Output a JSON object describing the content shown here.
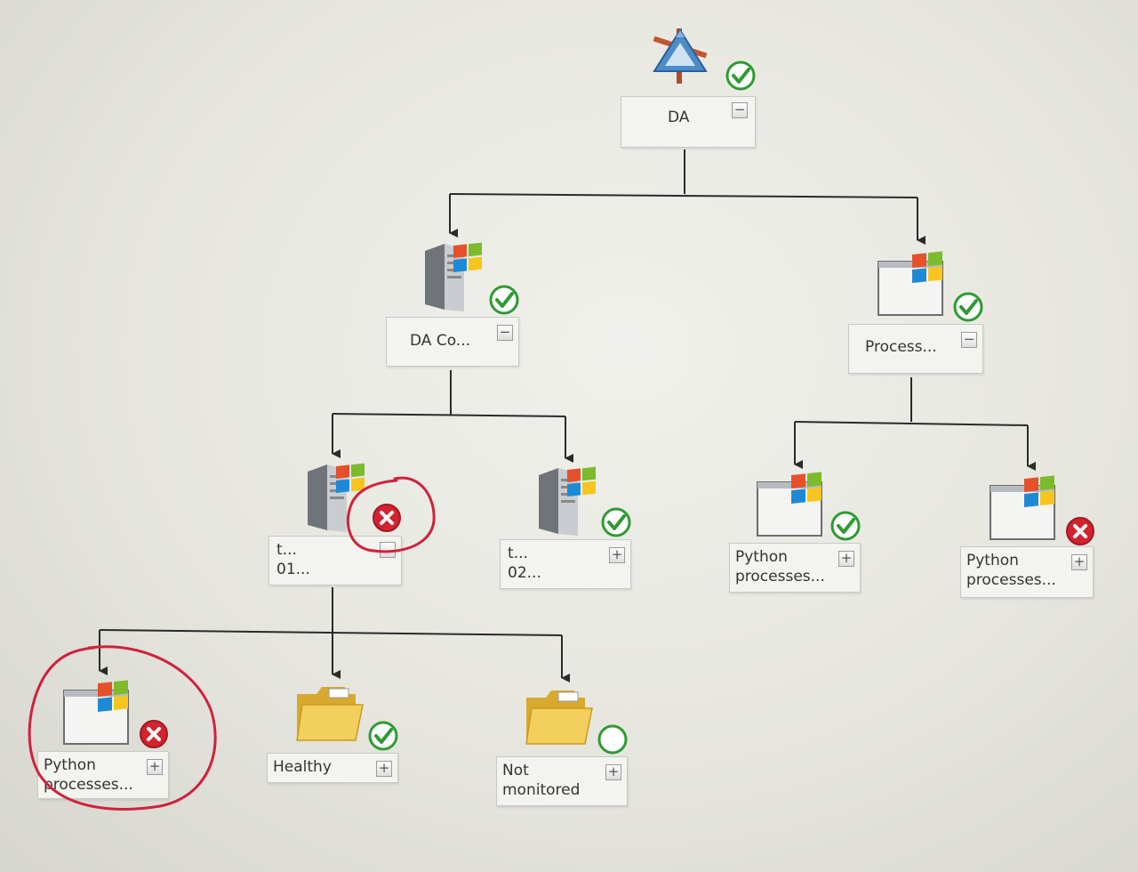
{
  "colors": {
    "ok": "#2e9b32",
    "error": "#d3232f",
    "annotation": "#d0223a",
    "line": "#2a2a2a"
  },
  "nodes": {
    "root": {
      "label": "DA",
      "toggle": "−",
      "status": "ok",
      "icon": "distributed-app-icon"
    },
    "da_computers": {
      "label": "DA Co...",
      "toggle": "−",
      "status": "ok",
      "icon": "windows-server-icon"
    },
    "processes": {
      "label": "Process...",
      "toggle": "−",
      "status": "ok",
      "icon": "windows-app-icon"
    },
    "server_01": {
      "label": "t...\n01...",
      "toggle": "",
      "status": "error",
      "icon": "windows-server-icon"
    },
    "server_02": {
      "label": "t...\n02...",
      "toggle": "+",
      "status": "ok",
      "icon": "windows-server-icon"
    },
    "python_ok": {
      "label": "Python\nprocesses...",
      "toggle": "+",
      "status": "ok",
      "icon": "windows-app-icon"
    },
    "python_err": {
      "label": "Python\nprocesses...",
      "toggle": "+",
      "status": "error",
      "icon": "windows-app-icon"
    },
    "python_child": {
      "label": "Python\nprocesses...",
      "toggle": "+",
      "status": "error",
      "icon": "windows-app-icon"
    },
    "healthy": {
      "label": "Healthy",
      "toggle": "+",
      "status": "ok",
      "icon": "folder-icon"
    },
    "not_monitored": {
      "label": "Not\nmonitored",
      "toggle": "+",
      "status": "not-monitored",
      "icon": "folder-icon"
    }
  }
}
